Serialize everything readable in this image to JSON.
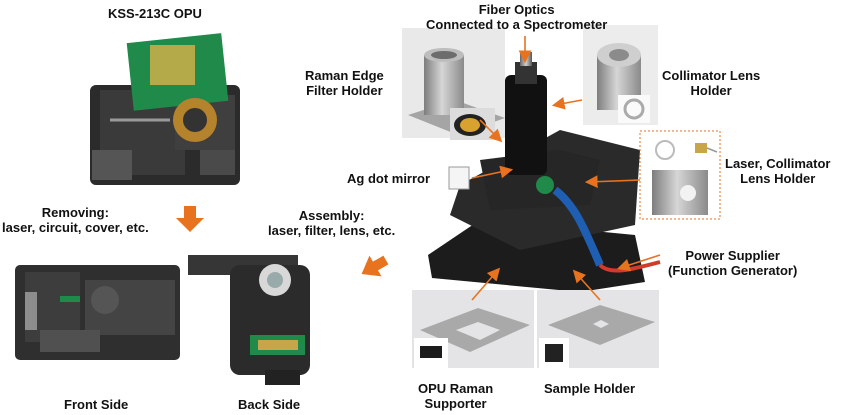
{
  "labels": {
    "opu_title": "KSS-213C OPU",
    "removing_line1": "Removing:",
    "removing_line2": "laser, circuit, cover, etc.",
    "assembly_line1": "Assembly:",
    "assembly_line2": "laser, filter, lens, etc.",
    "front_side": "Front Side",
    "back_side": "Back Side",
    "fiber_line1": "Fiber Optics",
    "fiber_line2": "Connected to a Spectrometer",
    "raman_filter_line1": "Raman Edge",
    "raman_filter_line2": "Filter Holder",
    "collimator_line1": "Collimator Lens",
    "collimator_line2": "Holder",
    "laser_holder_line1": "Laser, Collimator",
    "laser_holder_line2": "Lens Holder",
    "ag_mirror": "Ag dot mirror",
    "power_line1": "Power Supplier",
    "power_line2": "(Function Generator)",
    "opu_supporter_line1": "OPU Raman",
    "opu_supporter_line2": "Supporter",
    "sample_holder": "Sample Holder"
  },
  "colors": {
    "arrow_orange": "#e8731f",
    "cad_gray": "#9a9a9a",
    "plate_black": "#1c1c1c",
    "pcb_green": "#1f8a4a"
  }
}
